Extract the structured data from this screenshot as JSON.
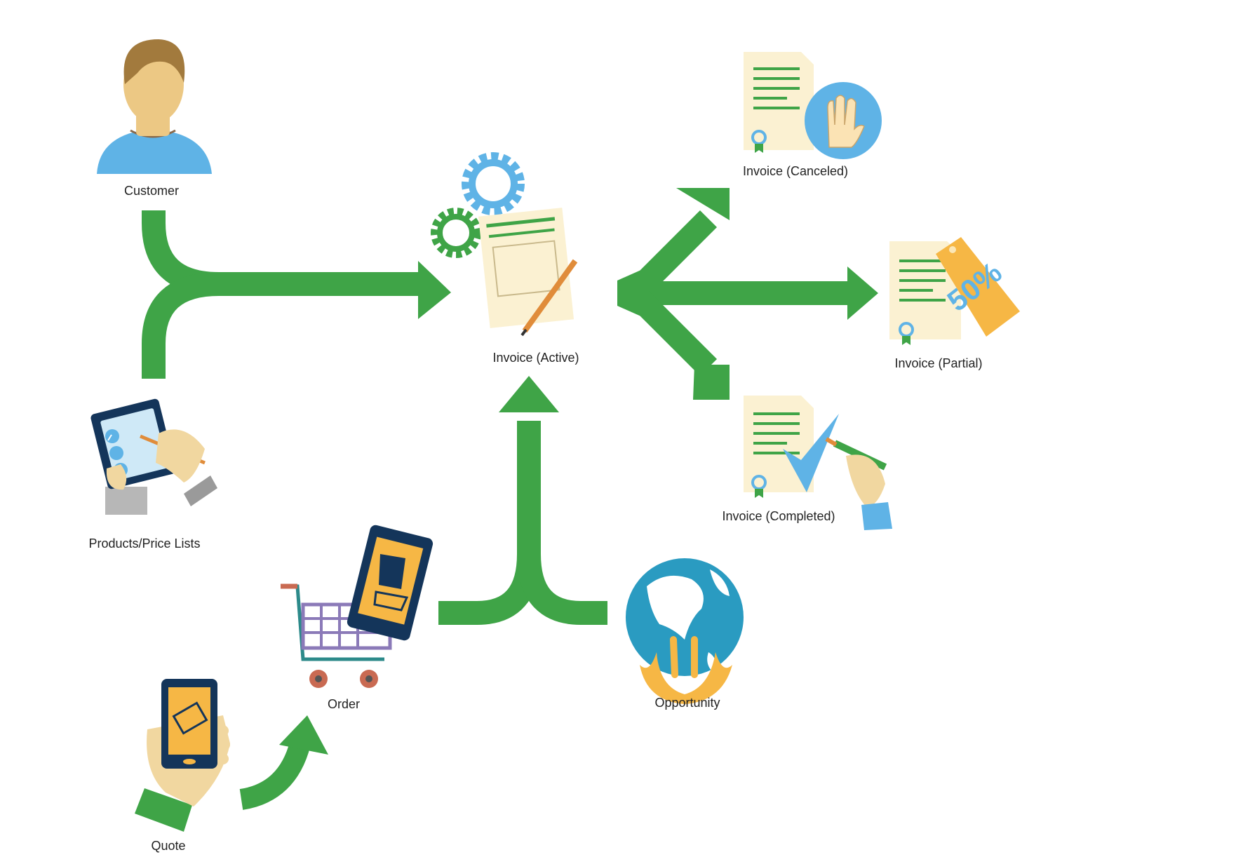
{
  "diagram": {
    "nodes": {
      "customer": {
        "label": "Customer",
        "icon": "customer-icon"
      },
      "products": {
        "label": "Products/Price Lists",
        "icon": "clipboard-checklist-icon"
      },
      "quote": {
        "label": "Quote",
        "icon": "phone-email-icon"
      },
      "order": {
        "label": "Order",
        "icon": "shopping-cart-icon"
      },
      "opportunity": {
        "label": "Opportunity",
        "icon": "globe-hands-icon"
      },
      "invoice_active": {
        "label": "Invoice  (Active)",
        "icon": "invoice-gears-icon"
      },
      "invoice_canceled": {
        "label": "Invoice  (Canceled)",
        "icon": "invoice-stop-hand-icon"
      },
      "invoice_partial": {
        "label": "Invoice  (Partial)",
        "icon": "invoice-discount-tag-icon"
      },
      "invoice_completed": {
        "label": "Invoice  (Completed)",
        "icon": "invoice-checkmark-icon"
      }
    },
    "tag_text": "50%"
  },
  "colors": {
    "arrow": "#3fa447",
    "skin": "#ecc884",
    "shirt": "#5fb3e6",
    "paper": "#fbf1d2",
    "doc_lines": "#3fa447",
    "gear_blue": "#5fb3e6",
    "gear_green": "#3fa447",
    "orange": "#f6b745",
    "navy": "#14355a",
    "globe_ocean": "#2a9bc1"
  }
}
